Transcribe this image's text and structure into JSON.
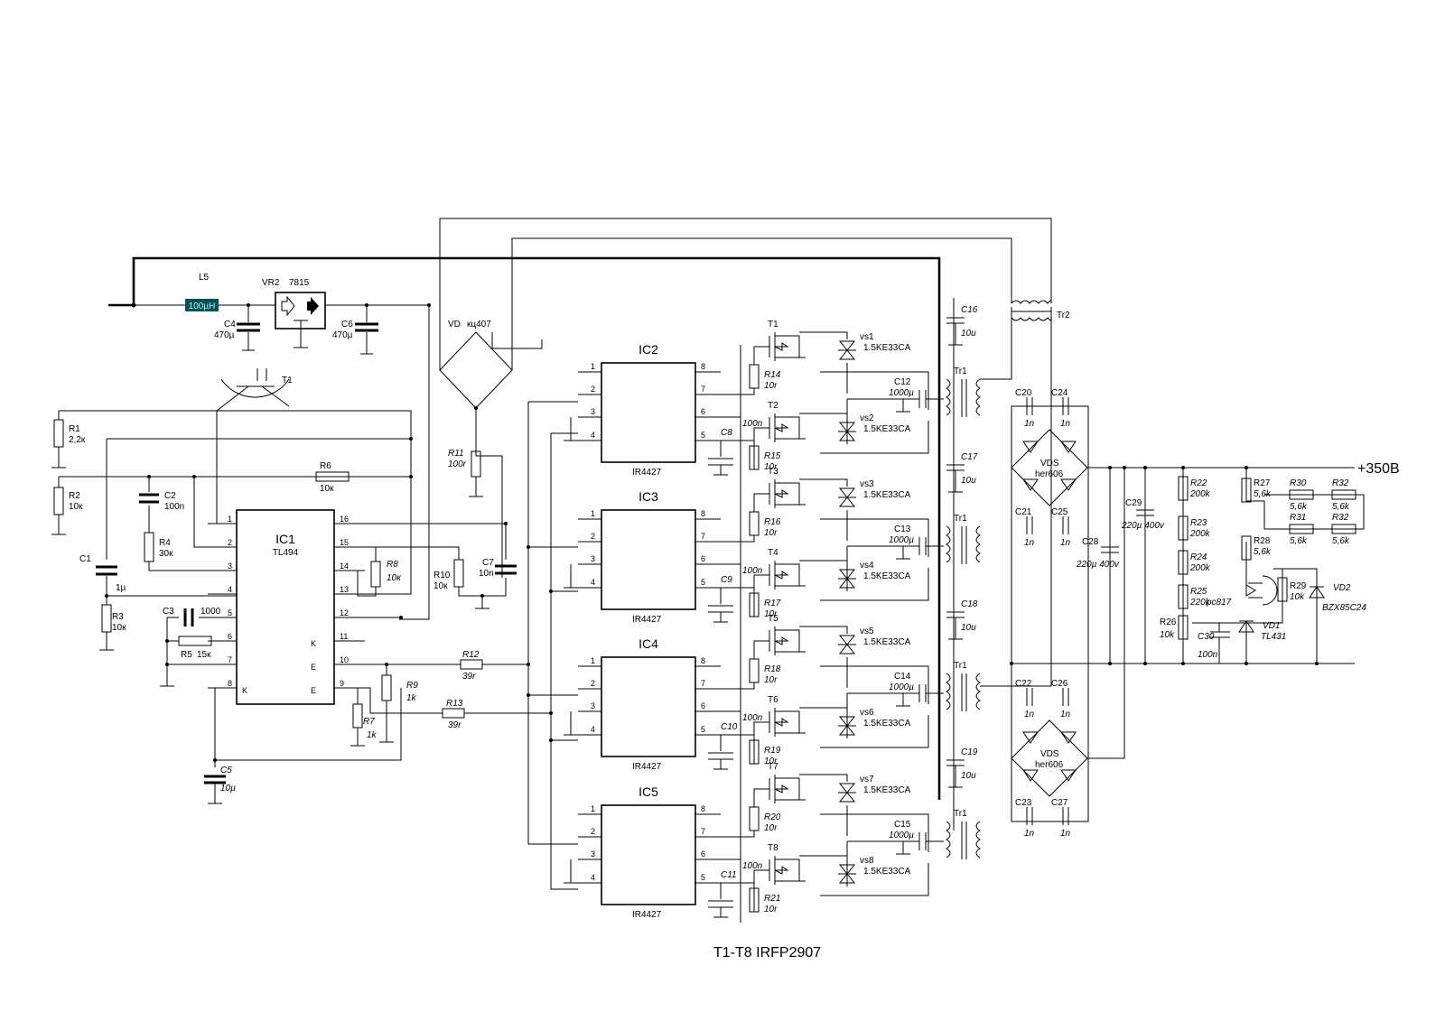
{
  "output_label": "+350В",
  "transistor_note": "T1-T8 IRFP2907",
  "ics": [
    {
      "name": "IC1",
      "part": "TL494"
    },
    {
      "name": "IC2",
      "part": "IR4427"
    },
    {
      "name": "IC3",
      "part": "IR4427"
    },
    {
      "name": "IC4",
      "part": "IR4427"
    },
    {
      "name": "IC5",
      "part": "IR4427"
    }
  ],
  "ic1_pins_left": [
    "1",
    "2",
    "3",
    "4",
    "5",
    "6",
    "7",
    "8"
  ],
  "ic1_pins_right": [
    "16",
    "15",
    "14",
    "13",
    "12",
    "11",
    "10",
    "9"
  ],
  "ic1_letters": [
    "K",
    "E",
    "E",
    "K"
  ],
  "driver_pins_left": [
    "1",
    "2",
    "3",
    "4"
  ],
  "driver_pins_right": [
    "8",
    "7",
    "6",
    "5"
  ],
  "regulator": {
    "name": "VR2",
    "part": "7815"
  },
  "inductor": {
    "name": "L5",
    "value": "100µH"
  },
  "bridge": {
    "name": "VD",
    "part": "кц407"
  },
  "opto_transistor": "T1",
  "transformer_main": "Tr2",
  "transformer_label": "Tr1",
  "rectifiers": [
    {
      "name": "VDS",
      "part": "her606"
    },
    {
      "name": "VDS",
      "part": "her606"
    }
  ],
  "left_parts": [
    {
      "name": "R1",
      "value": "2,2к"
    },
    {
      "name": "R2",
      "value": "10к"
    },
    {
      "name": "C1",
      "value": "1µ"
    },
    {
      "name": "R3",
      "value": "10к"
    },
    {
      "name": "C2",
      "value": "100n"
    },
    {
      "name": "R4",
      "value": "30к"
    },
    {
      "name": "R6",
      "value": "10к"
    },
    {
      "name": "C3",
      "value": "1000"
    },
    {
      "name": "R5",
      "value": "15к"
    },
    {
      "name": "C4",
      "value": "470µ"
    },
    {
      "name": "C6",
      "value": "470µ"
    }
  ],
  "mid_parts": [
    {
      "name": "R8",
      "value": "10к"
    },
    {
      "name": "R10",
      "value": "10к"
    },
    {
      "name": "C7",
      "value": "10n"
    },
    {
      "name": "R11",
      "value": "100r"
    },
    {
      "name": "R9",
      "value": "1k"
    },
    {
      "name": "R7",
      "value": "1k"
    },
    {
      "name": "R12",
      "value": "39r"
    },
    {
      "name": "R13",
      "value": "39r"
    },
    {
      "name": "C5",
      "value": "10µ"
    }
  ],
  "decoupling_caps": [
    {
      "name": "C8",
      "value": "100n"
    },
    {
      "name": "C9",
      "value": "100n"
    },
    {
      "name": "C10",
      "value": "100n"
    },
    {
      "name": "C11",
      "value": "100n"
    }
  ],
  "gate_resistors": [
    {
      "name": "R14",
      "value": "10r"
    },
    {
      "name": "R15",
      "value": "10r"
    },
    {
      "name": "R16",
      "value": "10r"
    },
    {
      "name": "R17",
      "value": "10r"
    },
    {
      "name": "R18",
      "value": "10r"
    },
    {
      "name": "R19",
      "value": "10r"
    },
    {
      "name": "R20",
      "value": "10r"
    },
    {
      "name": "R21",
      "value": "10r"
    }
  ],
  "mosfets": [
    "T1",
    "T2",
    "T3",
    "T4",
    "T5",
    "T6",
    "T7",
    "T8"
  ],
  "tvs": [
    {
      "name": "vs1",
      "part": "1.5KE33CA"
    },
    {
      "name": "vs2",
      "part": "1.5KE33CA"
    },
    {
      "name": "vs3",
      "part": "1.5KE33CA"
    },
    {
      "name": "vs4",
      "part": "1.5KE33CA"
    },
    {
      "name": "vs5",
      "part": "1.5KE33CA"
    },
    {
      "name": "vs6",
      "part": "1.5KE33CA"
    },
    {
      "name": "vs7",
      "part": "1.5KE33CA"
    },
    {
      "name": "vs8",
      "part": "1.5KE33CA"
    }
  ],
  "coupling_caps": [
    {
      "name": "C12",
      "value": "1000µ"
    },
    {
      "name": "C13",
      "value": "1000µ"
    },
    {
      "name": "C14",
      "value": "1000µ"
    },
    {
      "name": "C15",
      "value": "1000µ"
    }
  ],
  "bus_caps": [
    {
      "name": "C16",
      "value": "10u"
    },
    {
      "name": "C17",
      "value": "10u"
    },
    {
      "name": "C18",
      "value": "10u"
    },
    {
      "name": "C19",
      "value": "10u"
    }
  ],
  "snubber_caps": [
    {
      "name": "C20",
      "value": "1n"
    },
    {
      "name": "C24",
      "value": "1n"
    },
    {
      "name": "C21",
      "value": "1n"
    },
    {
      "name": "C25",
      "value": "1n"
    },
    {
      "name": "C22",
      "value": "1n"
    },
    {
      "name": "C26",
      "value": "1n"
    },
    {
      "name": "C23",
      "value": "1n"
    },
    {
      "name": "C27",
      "value": "1n"
    }
  ],
  "output_caps": [
    {
      "name": "C28",
      "value": "220µ 400v"
    },
    {
      "name": "C29",
      "value": "220µ 400v"
    }
  ],
  "feedback_parts": [
    {
      "name": "R22",
      "value": "200k"
    },
    {
      "name": "R23",
      "value": "200k"
    },
    {
      "name": "R24",
      "value": "200k"
    },
    {
      "name": "R25",
      "value": "220k"
    },
    {
      "name": "R26",
      "value": "10k"
    },
    {
      "name": "C30",
      "value": "100n"
    },
    {
      "name": "R27",
      "value": "5,6k"
    },
    {
      "name": "R28",
      "value": "5,6k"
    },
    {
      "name": "R29",
      "value": "10k"
    },
    {
      "name": "R30",
      "value": "5,6k"
    },
    {
      "name": "R31",
      "value": "5,6k"
    },
    {
      "name": "R32a",
      "value": "5,6k"
    },
    {
      "name": "R32b",
      "value": "5,6k"
    }
  ],
  "feedback_names": {
    "r32": "R32",
    "opto": "pc817",
    "vd1": "VD1",
    "vd1_part": "TL431",
    "vd2": "VD2",
    "vd2_part": "BZX85C24"
  },
  "colors": {
    "inductor_fill": "#0c4f55",
    "inductor_text": "#9ff3f6",
    "line": "#000000"
  }
}
